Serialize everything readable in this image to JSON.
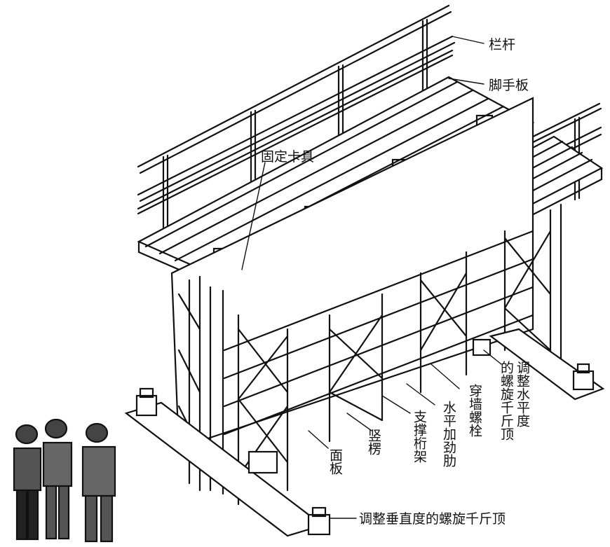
{
  "labels": {
    "railing": "栏杆",
    "scaffold_board": "脚手板",
    "fixing_clamp": "固定卡具",
    "adjust_level_jack_line1": "调整水平度",
    "adjust_level_jack_line2": "的螺旋千斤顶",
    "through_wall_bolt": "穿墙螺栓",
    "horizontal_stiffener": "水平加劲肋",
    "support_truss": "支撑桁架",
    "vertical_rib": "竖楞",
    "face_panel": "面板",
    "adjust_vertical_jack": "调整垂直度的螺旋千斤顶"
  }
}
